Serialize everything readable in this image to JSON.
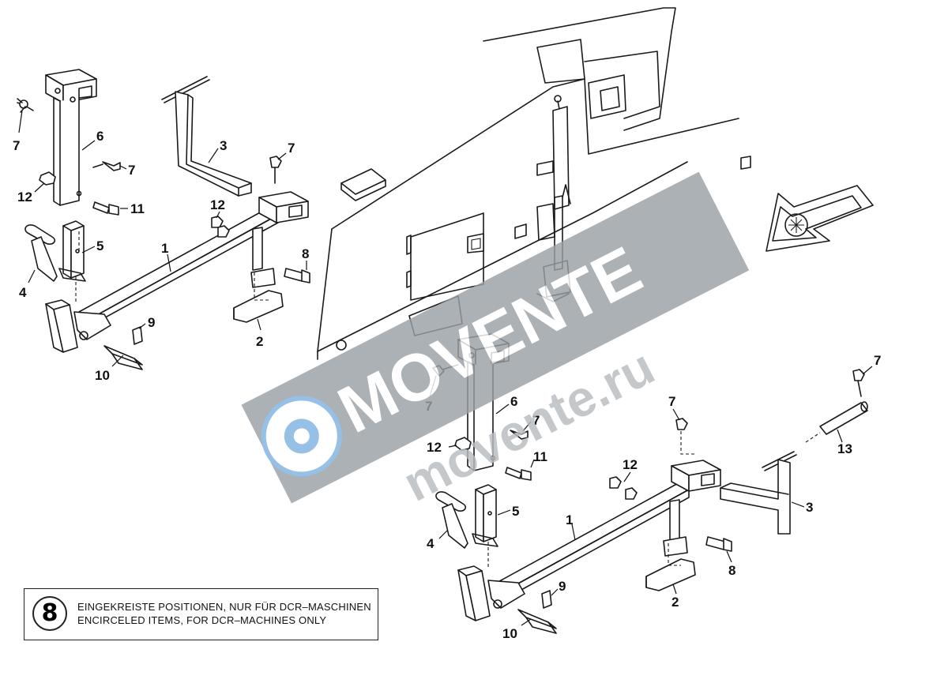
{
  "diagram": {
    "callouts": {
      "left": [
        "7",
        "6",
        "7",
        "12",
        "11",
        "3",
        "7",
        "12",
        "5",
        "1",
        "8",
        "4",
        "9",
        "2",
        "10"
      ],
      "right": [
        "7",
        "6",
        "7",
        "12",
        "11",
        "5",
        "4",
        "7",
        "12",
        "1",
        "8",
        "9",
        "2",
        "10",
        "3",
        "13",
        "7"
      ]
    }
  },
  "legend": {
    "symbol": "8",
    "line_de": "EINGEKREISTE POSITIONEN, NUR FÜR DCR–MASCHINEN",
    "line_en": "ENCIRCELED ITEMS, FOR DCR–MACHINES ONLY"
  },
  "watermark": {
    "brand": "MOVENTE",
    "url": "movente.ru",
    "color": "#9aa0a6"
  },
  "direction_arrow": {
    "icon": "arrow-pointing-left-down-icon"
  }
}
